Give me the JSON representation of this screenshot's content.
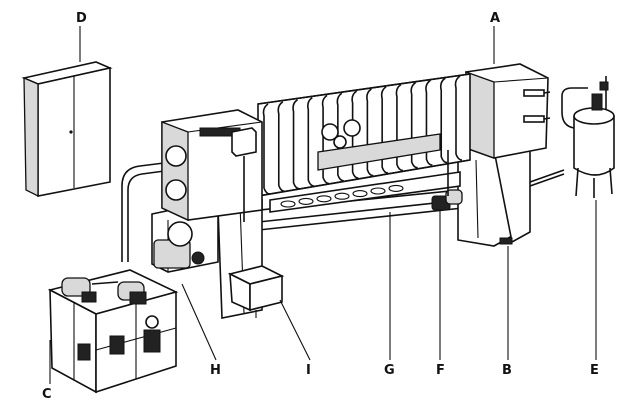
{
  "diagram": {
    "labels": [
      {
        "id": "A",
        "text": "A"
      },
      {
        "id": "B",
        "text": "B"
      },
      {
        "id": "C",
        "text": "C"
      },
      {
        "id": "D",
        "text": "D"
      },
      {
        "id": "E",
        "text": "E"
      },
      {
        "id": "F",
        "text": "F"
      },
      {
        "id": "G",
        "text": "G"
      },
      {
        "id": "H",
        "text": "H"
      },
      {
        "id": "I",
        "text": "I"
      }
    ]
  }
}
